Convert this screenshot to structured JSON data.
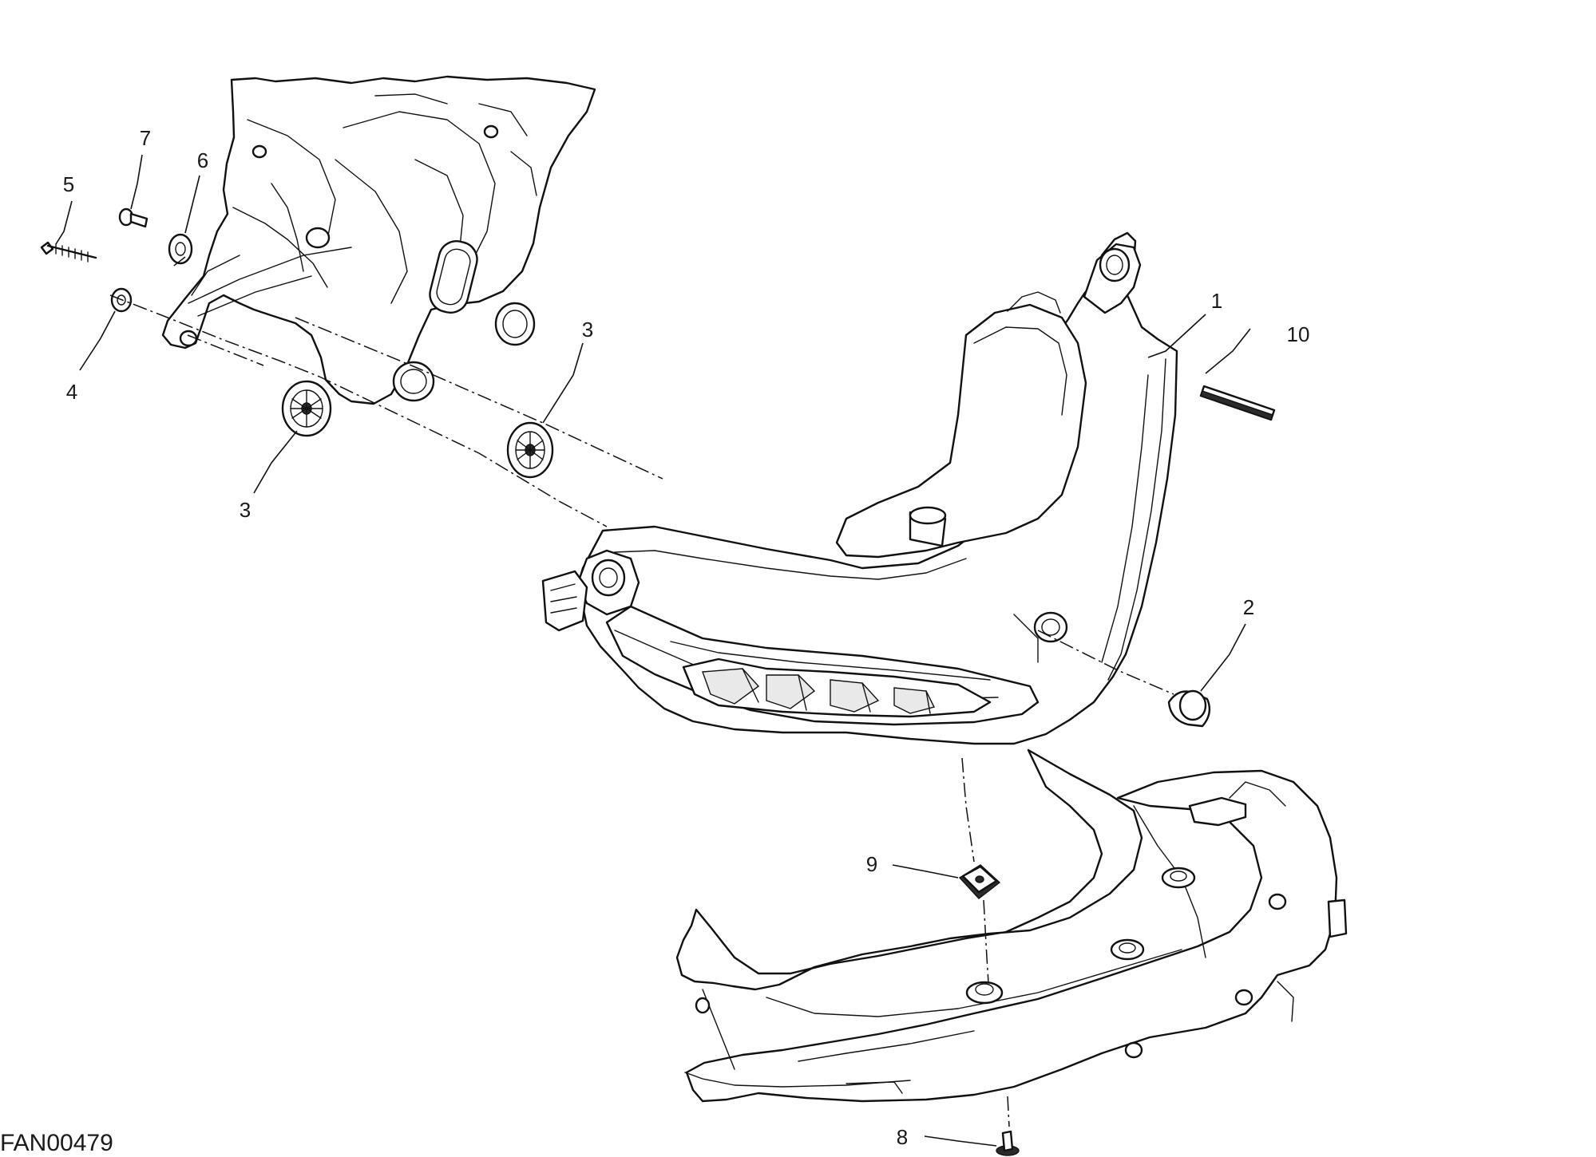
{
  "drawing_code": "FAN00479",
  "callouts": [
    "1",
    "2",
    "3",
    "3",
    "4",
    "5",
    "6",
    "7",
    "8",
    "9",
    "10"
  ]
}
